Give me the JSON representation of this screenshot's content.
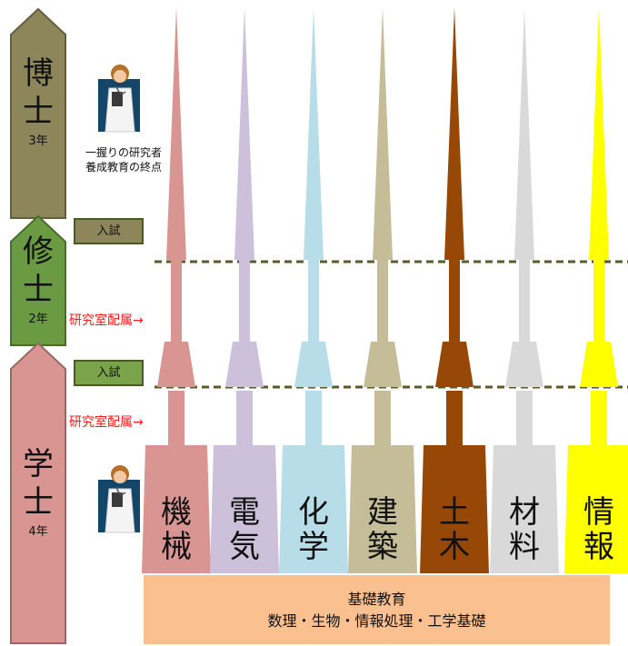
{
  "stages": [
    {
      "id": "doctor",
      "char1": "博",
      "char2": "士",
      "years": "3年",
      "color": "#8c865a"
    },
    {
      "id": "master",
      "char1": "修",
      "char2": "士",
      "years": "2年",
      "color": "#6a9a42"
    },
    {
      "id": "bachelor",
      "char1": "学",
      "char2": "士",
      "years": "4年",
      "color": "#d99591"
    }
  ],
  "exams": [
    {
      "label": "入試",
      "color": "#8c865a"
    },
    {
      "label": "入試",
      "color": "#7aa44a"
    }
  ],
  "lab_assignment": [
    "研究室配属→",
    "研究室配属→"
  ],
  "researcher_note": [
    "一握りの研究者",
    "養成教育の終点"
  ],
  "departments": [
    {
      "line1": "機",
      "line2": "械",
      "color": "#d99591",
      "text_color": "#111111"
    },
    {
      "line1": "電",
      "line2": "気",
      "color": "#ccc0da",
      "text_color": "#111111"
    },
    {
      "line1": "化",
      "line2": "学",
      "color": "#b7dde8",
      "text_color": "#111111"
    },
    {
      "line1": "建",
      "line2": "築",
      "color": "#c4bd97",
      "text_color": "#111111"
    },
    {
      "line1": "土",
      "line2": "木",
      "color": "#984806",
      "text_color": "#111111"
    },
    {
      "line1": "材",
      "line2": "料",
      "color": "#d9d9d9",
      "text_color": "#111111"
    },
    {
      "line1": "情",
      "line2": "報",
      "color": "#ffff00",
      "text_color": "#111111"
    }
  ],
  "foundation": {
    "title": "基礎教育",
    "subjects": "数理・生物・情報処理・工学基礎",
    "color": "#fac090"
  },
  "colors": {
    "dash_line": "#5a5a2a"
  },
  "icons": [
    "doctor-figure-icon",
    "doctor-figure-icon"
  ]
}
